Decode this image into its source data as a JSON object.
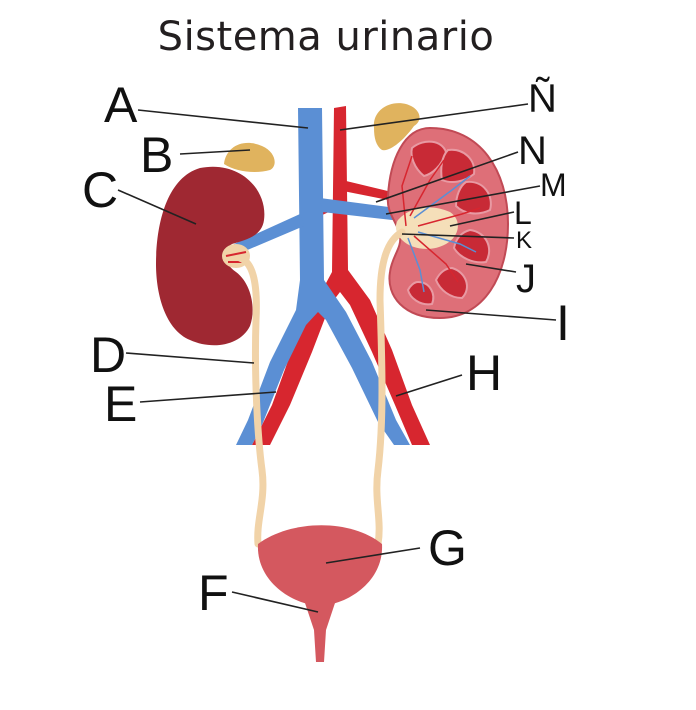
{
  "title": "Sistema urinario",
  "labels": {
    "A": "A",
    "B": "B",
    "C": "C",
    "D": "D",
    "E": "E",
    "F": "F",
    "G": "G",
    "H": "H",
    "I": "I",
    "J": "J",
    "K": "K",
    "L": "L",
    "M": "M",
    "N": "N",
    "N_tilde": "Ñ"
  },
  "colors": {
    "vein": "#5b8fd4",
    "artery": "#d7262f",
    "kidney_dark": "#9f2832",
    "kidney_light": "#de6f78",
    "adrenal": "#e0b35e",
    "ureter": "#f1d3a8",
    "bladder": "#d4585f"
  }
}
